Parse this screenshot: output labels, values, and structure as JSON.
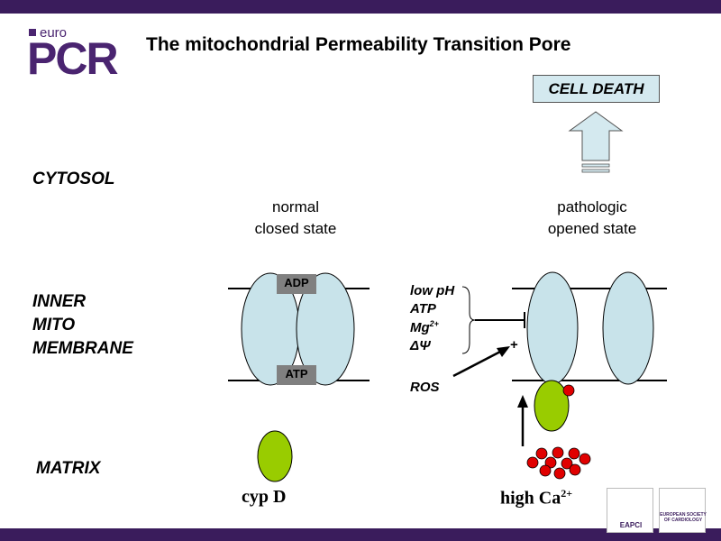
{
  "header": {
    "logo_small": "euro",
    "logo_main": "PCR",
    "title": "The mitochondrial Permeability Transition Pore"
  },
  "labels": {
    "cytosol": "CYTOSOL",
    "inner_line1": "INNER",
    "inner_line2": "MITO",
    "inner_line3": "MEMBRANE",
    "matrix": "MATRIX"
  },
  "states": {
    "normal_line1": "normal",
    "normal_line2": "closed state",
    "pathologic_line1": "pathologic",
    "pathologic_line2": "opened state"
  },
  "closed_pore": {
    "adp": "ADP",
    "atp": "ATP"
  },
  "regulators": {
    "low_ph": "low pH",
    "atp": "ATP",
    "mg": "Mg",
    "mg_sup": "2+",
    "delta_psi": "ΔΨ",
    "ros": "ROS",
    "plus": "+"
  },
  "outcome": "CELL DEATH",
  "matrix_items": {
    "cyp_d": "cyp D",
    "high_ca": "high Ca",
    "ca_sup": "2+"
  },
  "badges": {
    "eapci": "EAPCI",
    "esc": "EUROPEAN SOCIETY OF CARDIOLOGY"
  },
  "colors": {
    "brand": "#3a1c5c",
    "pore_fill": "#c8e3ea",
    "cyp_fill": "#99cc00",
    "calcium": "#e00000",
    "nucleotide_box": "#808080"
  }
}
